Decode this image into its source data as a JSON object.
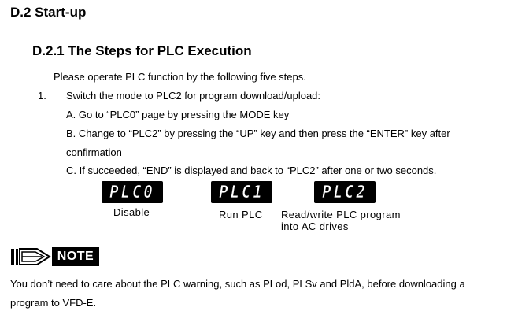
{
  "heading": "D.2 Start-up",
  "subheading": "D.2.1 The Steps for PLC Execution",
  "intro": "Please operate PLC function by the following five steps.",
  "step1": {
    "number": "1.",
    "text": "Switch the mode to PLC2 for program download/upload:",
    "a": "A. Go to “PLC0” page by pressing the MODE key",
    "b": "B. Change to “PLC2” by pressing the “UP” key and then press the “ENTER” key after",
    "b_cont": "confirmation",
    "c": "C. If succeeded, “END” is displayed and back to “PLC2” after one or two seconds."
  },
  "displays": [
    {
      "lcd": "PLC0",
      "caption1": "Disable",
      "caption2": ""
    },
    {
      "lcd": "PLC1",
      "caption1": "Run PLC",
      "caption2": ""
    },
    {
      "lcd": "PLC2",
      "caption1": "Read/write PLC program",
      "caption2": "into AC drives"
    }
  ],
  "note": {
    "label": "NOTE",
    "line1": "You don’t need to care about the PLC warning, such as PLod, PLSv and PldA, before downloading a",
    "line2": "program to VFD-E."
  }
}
